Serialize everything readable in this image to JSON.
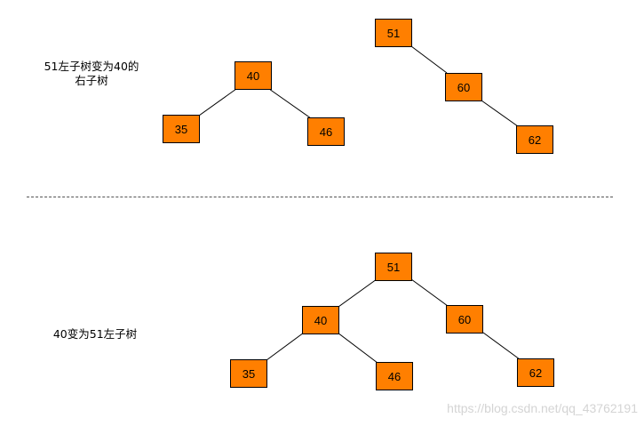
{
  "colors": {
    "node_fill": "#ff7f00",
    "node_border": "#000000",
    "edge": "#000000"
  },
  "top_caption_line1": "51左子树变为40的",
  "top_caption_line2": "右子树",
  "bottom_caption": "40变为51左子树",
  "watermark": "https://blog.csdn.net/qq_43762191",
  "top_left_tree": {
    "root": "40",
    "left": "35",
    "right": "46"
  },
  "top_right_tree": {
    "root": "51",
    "child": "60",
    "grandchild": "62"
  },
  "bottom_tree": {
    "root": "51",
    "left": "40",
    "right": "60",
    "left_left": "35",
    "left_right": "46",
    "right_right": "62"
  }
}
